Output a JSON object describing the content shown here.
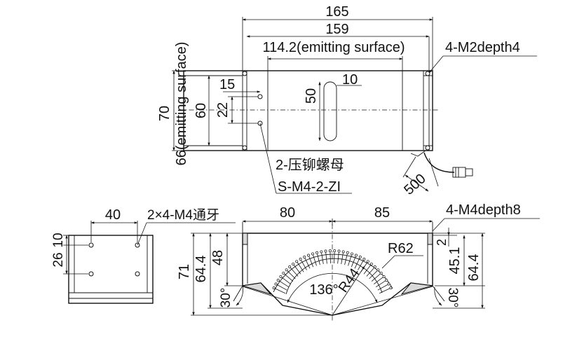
{
  "top_view": {
    "dim_overall_width": "165",
    "dim_mount_pitch": "159",
    "dim_emitting_width": "114.2(emitting surface)",
    "dim_hole_label": "4-M2depth4",
    "dim_slot_width": "10",
    "dim_slot_length": "50",
    "dim_offset_15": "15",
    "dim_pitch_22": "22",
    "dim_height_60": "60",
    "dim_height_70": "70",
    "dim_emitting_height": "66(emitting surface)",
    "nut_label": "2-压铆螺母",
    "nut_part": "S-M4-2-ZI",
    "cable_length": "500"
  },
  "side_view": {
    "dim_width_40": "40",
    "dim_tap_label": "2×4-M4通牙",
    "dim_10": "10",
    "dim_26": "26"
  },
  "front_view": {
    "dim_80": "80",
    "dim_85": "85",
    "dim_depth_label": "4-M4depth8",
    "dim_2": "2",
    "dim_45_1": "45.1",
    "dim_64_4_right": "64.4",
    "dim_71": "71",
    "dim_64_4_left": "64.4",
    "dim_48": "48",
    "dim_r62": "R62",
    "dim_r44": "R44",
    "dim_136": "136°",
    "dim_30_left": "30°",
    "dim_30_right": "30°"
  }
}
